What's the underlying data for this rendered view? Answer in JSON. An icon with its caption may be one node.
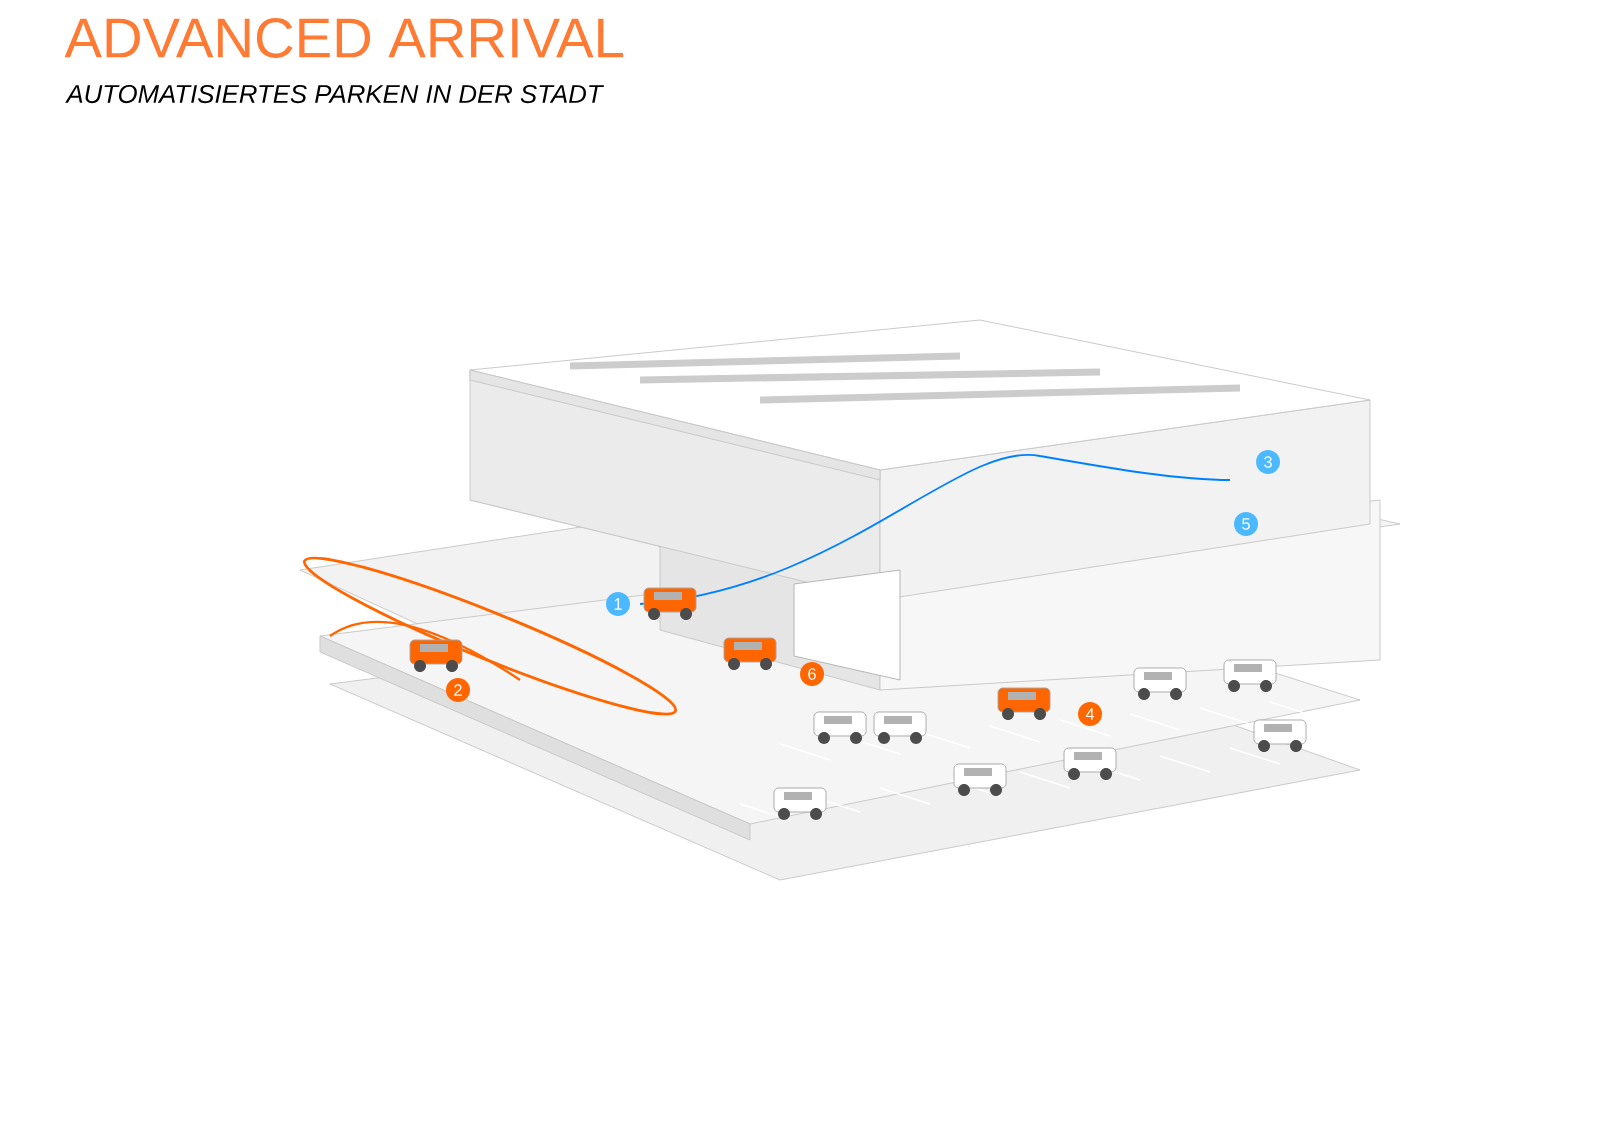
{
  "diagram": {
    "title": "ADVANCED ARRIVAL",
    "labels": [
      "AUTOMATISIERTES PARKEN IN DER STADT",
      "3",
      "5",
      "1",
      "6",
      "2",
      "4"
    ]
  }
}
